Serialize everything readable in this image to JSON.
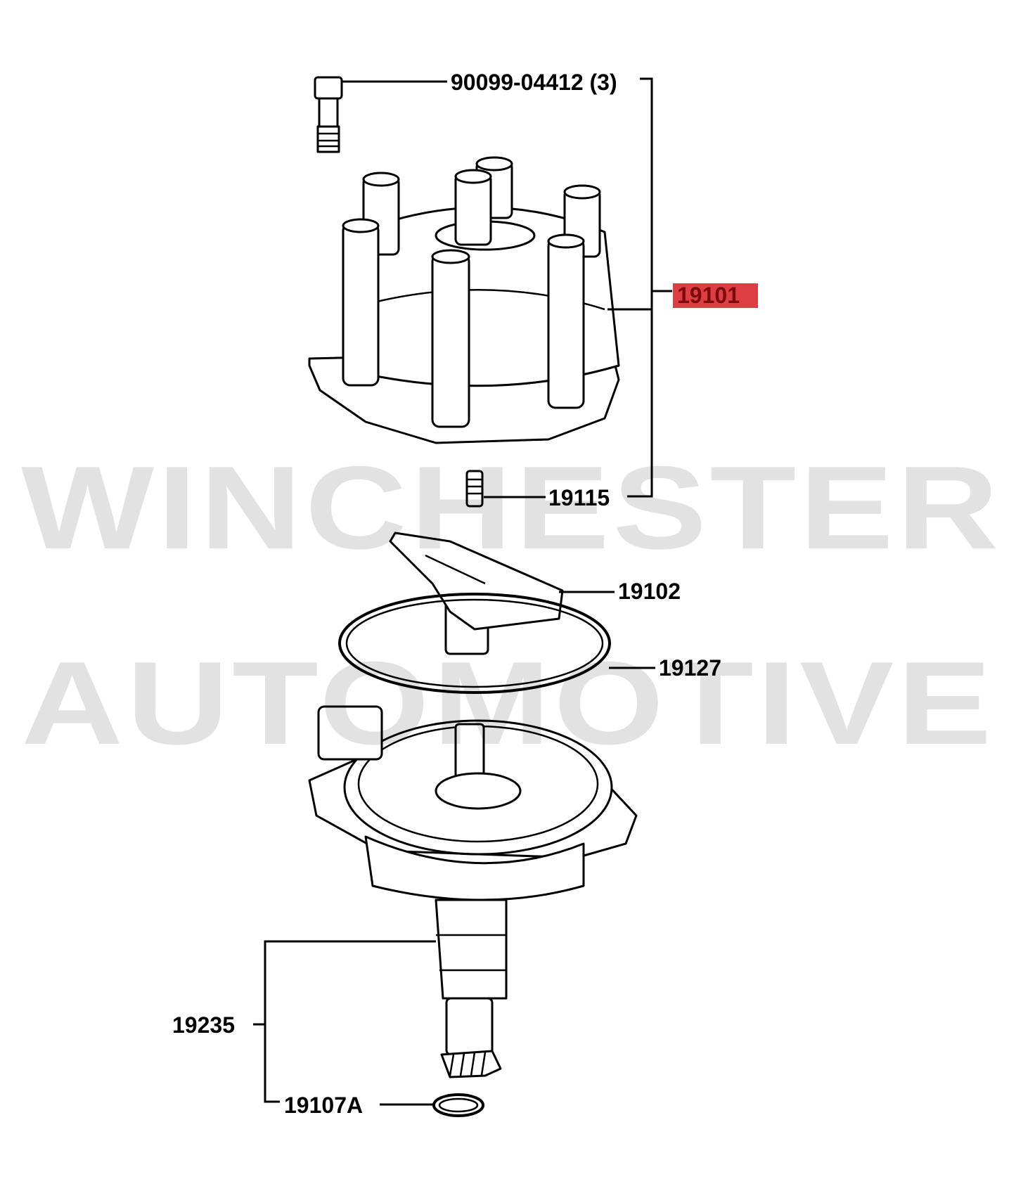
{
  "diagram": {
    "callouts": {
      "screw": "90099-04412 (3)",
      "cap": "19101",
      "spring": "19115",
      "rotor": "19102",
      "gasket": "19127",
      "housing": "19235",
      "oring": "19107A"
    },
    "highlight_color": "#d9292e",
    "watermark": {
      "line1": "WINCHESTER",
      "line2": "AUTOMOTIVE"
    }
  }
}
